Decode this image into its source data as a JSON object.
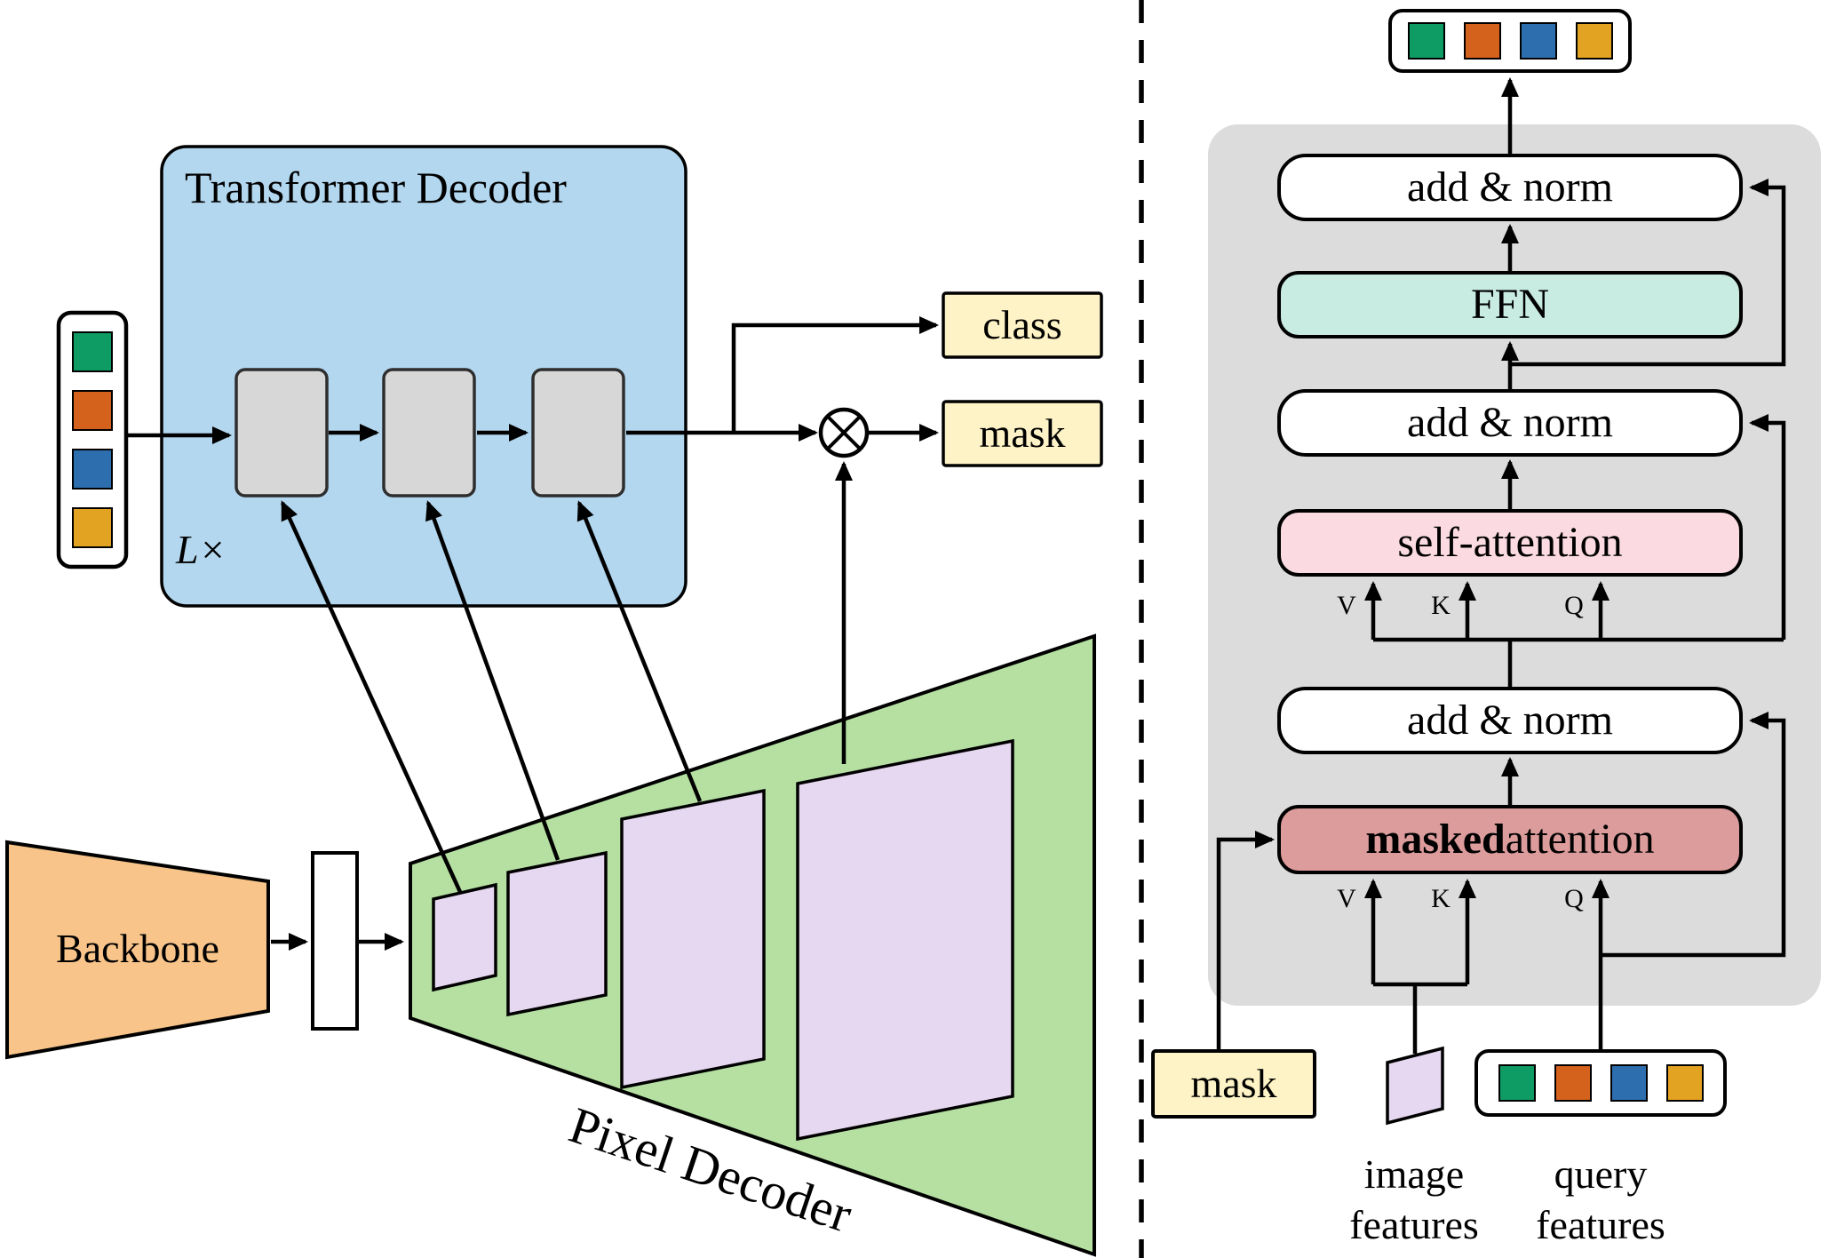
{
  "figure": {
    "left": {
      "transformer_decoder_title": "Transformer Decoder",
      "loop_label": "L×",
      "class_label": "class",
      "mask_label": "mask",
      "backbone_label": "Backbone",
      "pixel_decoder_label": "Pixel Decoder"
    },
    "right": {
      "add_norm_label": "add & norm",
      "ffn_label": "FFN",
      "self_attention_label": "self-attention",
      "masked_attention_bold": "masked",
      "masked_attention_rest": " attention",
      "v_label": "V",
      "k_label": "K",
      "q_label": "Q",
      "mask_input_label": "mask",
      "image_features_label": "image features",
      "query_features_label": "query features"
    }
  },
  "colors": {
    "decoder_fill": "#b3d7ef",
    "layer_gray": "#d7d7d7",
    "label_yellow": "#fdf3c6",
    "backbone_orange": "#f8c489",
    "pixel_green": "#b6e0a2",
    "feature_purple": "#e6d8f0",
    "panel_gray": "#dcdcdc",
    "ffn_teal": "#c8ebe2",
    "self_attention_pink": "#fbdbe1",
    "masked_attention_red": "#dd9c9c",
    "token_green": "#0f9b64",
    "token_orange": "#d4611c",
    "token_blue": "#2d6fae",
    "token_amber": "#e3a322"
  }
}
